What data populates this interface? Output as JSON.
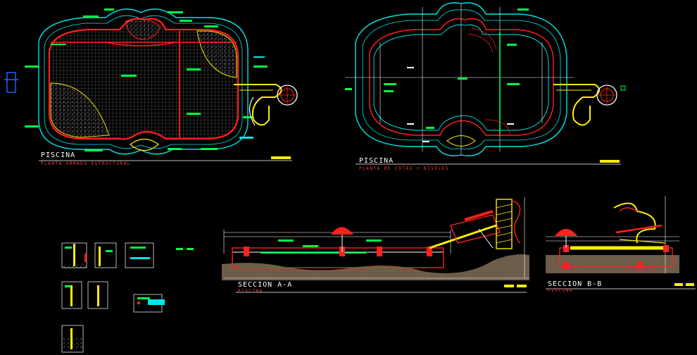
{
  "colors": {
    "background": "#000000",
    "cyan": "#00e5e5",
    "red": "#ff2020",
    "green": "#00ff44",
    "yellow": "#ffee00",
    "white": "#ffffff",
    "grey": "#9a9a9a",
    "magenta": "#ff00ff",
    "blue": "#2060ff"
  },
  "drawings": {
    "plan_structural": {
      "title": "PISCINA",
      "subtitle": "PLANTA ARMADO ESTRUCTURAL"
    },
    "plan_levels": {
      "title": "PISCINA",
      "subtitle": "PLANTA DE COTAS + NIVELES"
    },
    "section_aa": {
      "title": "SECCION A-A",
      "subtitle": "PISCINA"
    },
    "section_bb": {
      "title": "SECCION B-B",
      "subtitle": "PISCINA"
    }
  }
}
